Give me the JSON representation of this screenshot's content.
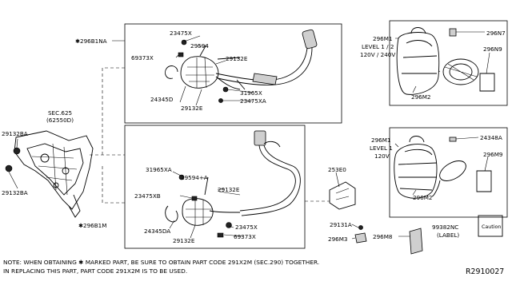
{
  "labels": {
    "l_296b1na": "✱296B1NA",
    "l_23475x_a": "23475X",
    "l_29594": "29594",
    "l_69373x_a": "69373X",
    "l_29132e_a": "29132E",
    "l_31965x_a": "31965X",
    "l_23475xa_a": "23475XA",
    "l_24345d": "24345D",
    "l_29132e_b": "29132E",
    "l_sec625": "SEC.625",
    "l_62550d": "(62550D)",
    "l_29132ba_a": "29132BA",
    "l_29132ba_b": "29132BA",
    "l_31965xa": "31965XA",
    "l_29594a": "29594+A",
    "l_29132e_c": "29132E",
    "l_23475xb": "23475XB",
    "l_24345da": "24345DA",
    "l_29132e_d": "29132E",
    "l_23475x_b": "23475X",
    "l_69373x_b": "69373X",
    "l_296b1m": "✱296B1M",
    "l_253e0": "253E0",
    "l_29131a": "29131A",
    "l_296m3": "296M3",
    "l_296m8": "296M8",
    "l_99382nc": "99382NC",
    "l_label": "(LABEL)",
    "caution": "Caution",
    "l_296m1_a": "296M1",
    "l_level12": "LEVEL 1 / 2",
    "l_120240": "120V / 240V",
    "l_296n7": "296N7",
    "l_296n9_a": "296N9",
    "l_296m2_a": "296M2",
    "l_296m1_b": "296M1",
    "l_level1": "LEVEL 1",
    "l_120": "120V",
    "l_24348a": "24348A",
    "l_296m9": "296M9",
    "l_296m2_b": "296M2"
  },
  "note": {
    "line1": "NOTE: WHEN OBTAINING ✱ MARKED PART, BE SURE TO OBTAIN PART CODE 291X2M (SEC.290) TOGETHER.",
    "line2": "IN REPLACING THIS PART, PART CODE 291X2M IS TO BE USED."
  },
  "diagram_code": "R2910027"
}
